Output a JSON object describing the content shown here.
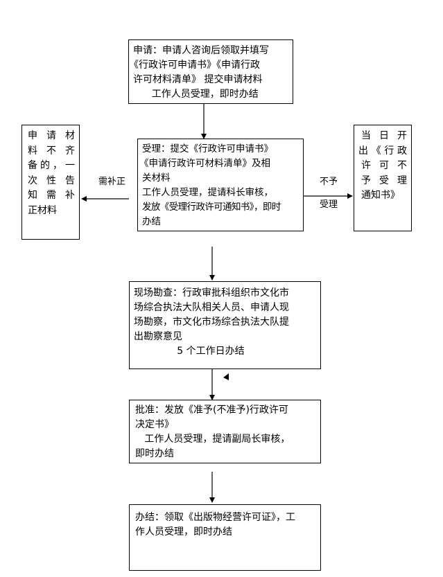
{
  "flowchart": {
    "steps": {
      "apply": {
        "lines": [
          "申请：申请人咨询后领取并填写",
          "《行政许可申请书》《申请行政",
          "许可材料清单》 提交申请材料",
          "      工作人员受理，即时办结"
        ]
      },
      "accept": {
        "lines": [
          "受理：提交《行政许可申请书》",
          "《申请行政许可材料清单》及相",
          "关材料",
          "工作人员受理，提请科长审核，",
          "发放《受理行政许可通知书》，即时",
          "办结"
        ]
      },
      "supplement": {
        "lines": [
          "申请材",
          "料不齐",
          "备的，一",
          "次性告",
          "知需补",
          "正材料"
        ]
      },
      "reject": {
        "lines": [
          "当日开",
          "出《行政",
          "许可不",
          "予受理",
          "通知书》"
        ]
      },
      "inspect": {
        "lines": [
          "现场勘查：行政审批科组织市文化市",
          "场综合执法大队相关人员、申请人现",
          "场勘察，市文化市场综合执法大队提",
          "出勘察意见",
          "              5 个工作日办结"
        ]
      },
      "approve": {
        "lines": [
          "批准：发放《准予(不准予)行政许可",
          "决定书》",
          "   工作人员受理，提请副局长审核，",
          "即时办结"
        ]
      },
      "complete": {
        "lines": [
          "办结：领取《出版物经营许可证》，工",
          "作人员受理，即时办结"
        ]
      }
    },
    "edge_labels": {
      "supplement": "需补正",
      "reject_top": "不予",
      "reject_bottom": "受理"
    }
  }
}
